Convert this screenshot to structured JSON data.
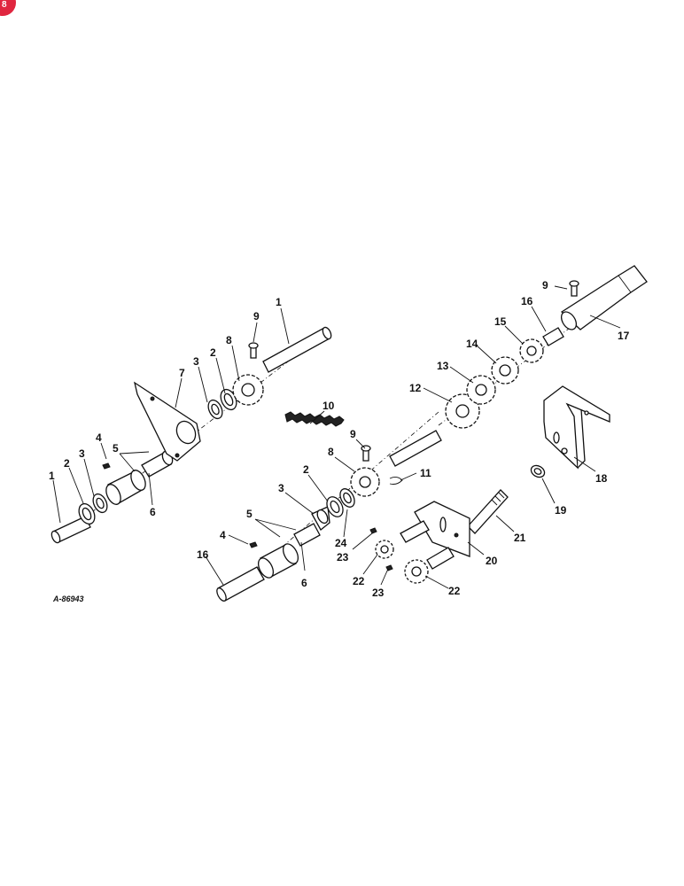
{
  "drawing_code": "A-86943",
  "badge": "8",
  "callouts": [
    {
      "id": "c1a",
      "text": "1"
    },
    {
      "id": "c9a",
      "text": "9"
    },
    {
      "id": "c8a",
      "text": "8"
    },
    {
      "id": "c2a",
      "text": "2"
    },
    {
      "id": "c3a",
      "text": "3"
    },
    {
      "id": "c7",
      "text": "7"
    },
    {
      "id": "c5a",
      "text": "5"
    },
    {
      "id": "c4a",
      "text": "4"
    },
    {
      "id": "c3b",
      "text": "3"
    },
    {
      "id": "c2b",
      "text": "2"
    },
    {
      "id": "c1b",
      "text": "1"
    },
    {
      "id": "c6a",
      "text": "6"
    },
    {
      "id": "c10",
      "text": "10"
    },
    {
      "id": "c9b",
      "text": "9"
    },
    {
      "id": "c8b",
      "text": "8"
    },
    {
      "id": "c11",
      "text": "11"
    },
    {
      "id": "c2c",
      "text": "2"
    },
    {
      "id": "c3c",
      "text": "3"
    },
    {
      "id": "c5b",
      "text": "5"
    },
    {
      "id": "c4b",
      "text": "4"
    },
    {
      "id": "c16a",
      "text": "16"
    },
    {
      "id": "c6b",
      "text": "6"
    },
    {
      "id": "c24",
      "text": "24"
    },
    {
      "id": "c23a",
      "text": "23"
    },
    {
      "id": "c22a",
      "text": "22"
    },
    {
      "id": "c23b",
      "text": "23"
    },
    {
      "id": "c22b",
      "text": "22"
    },
    {
      "id": "c20",
      "text": "20"
    },
    {
      "id": "c21",
      "text": "21"
    },
    {
      "id": "c12",
      "text": "12"
    },
    {
      "id": "c13",
      "text": "13"
    },
    {
      "id": "c14",
      "text": "14"
    },
    {
      "id": "c15",
      "text": "15"
    },
    {
      "id": "c16b",
      "text": "16"
    },
    {
      "id": "c9c",
      "text": "9"
    },
    {
      "id": "c17",
      "text": "17"
    },
    {
      "id": "c18",
      "text": "18"
    },
    {
      "id": "c19",
      "text": "19"
    }
  ]
}
